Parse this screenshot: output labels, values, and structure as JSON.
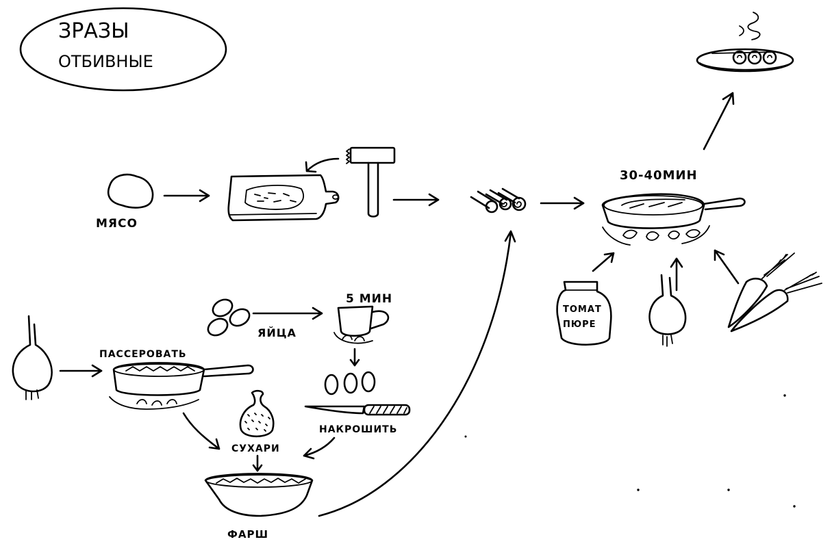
{
  "title": {
    "line1": "ЗРАЗЫ",
    "line2": "ОТБИВНЫЕ"
  },
  "labels": {
    "meat": "МЯСО",
    "time_pan": "30-40МИН",
    "tomato_line1": "ТОМАТ",
    "tomato_line2": "ПЮРЕ",
    "eggs": "ЯЙЦА",
    "time_boil": "5 МИН",
    "saute": "ПАССЕРОВАТЬ",
    "breadcrumbs": "СУХАРИ",
    "chop": "НАКРОШИТЬ",
    "filling": "ФАРШ"
  },
  "icons": [
    "meat-icon",
    "cutting-board-icon",
    "meat-hammer-icon",
    "rolls-icon",
    "frying-pan-icon",
    "serving-plate-icon",
    "tomato-jar-icon",
    "onion-icon",
    "carrots-icon",
    "eggs-icon",
    "cup-icon",
    "boiled-eggs-icon",
    "knife-icon",
    "breadcrumbs-bag-icon",
    "bowl-icon"
  ]
}
